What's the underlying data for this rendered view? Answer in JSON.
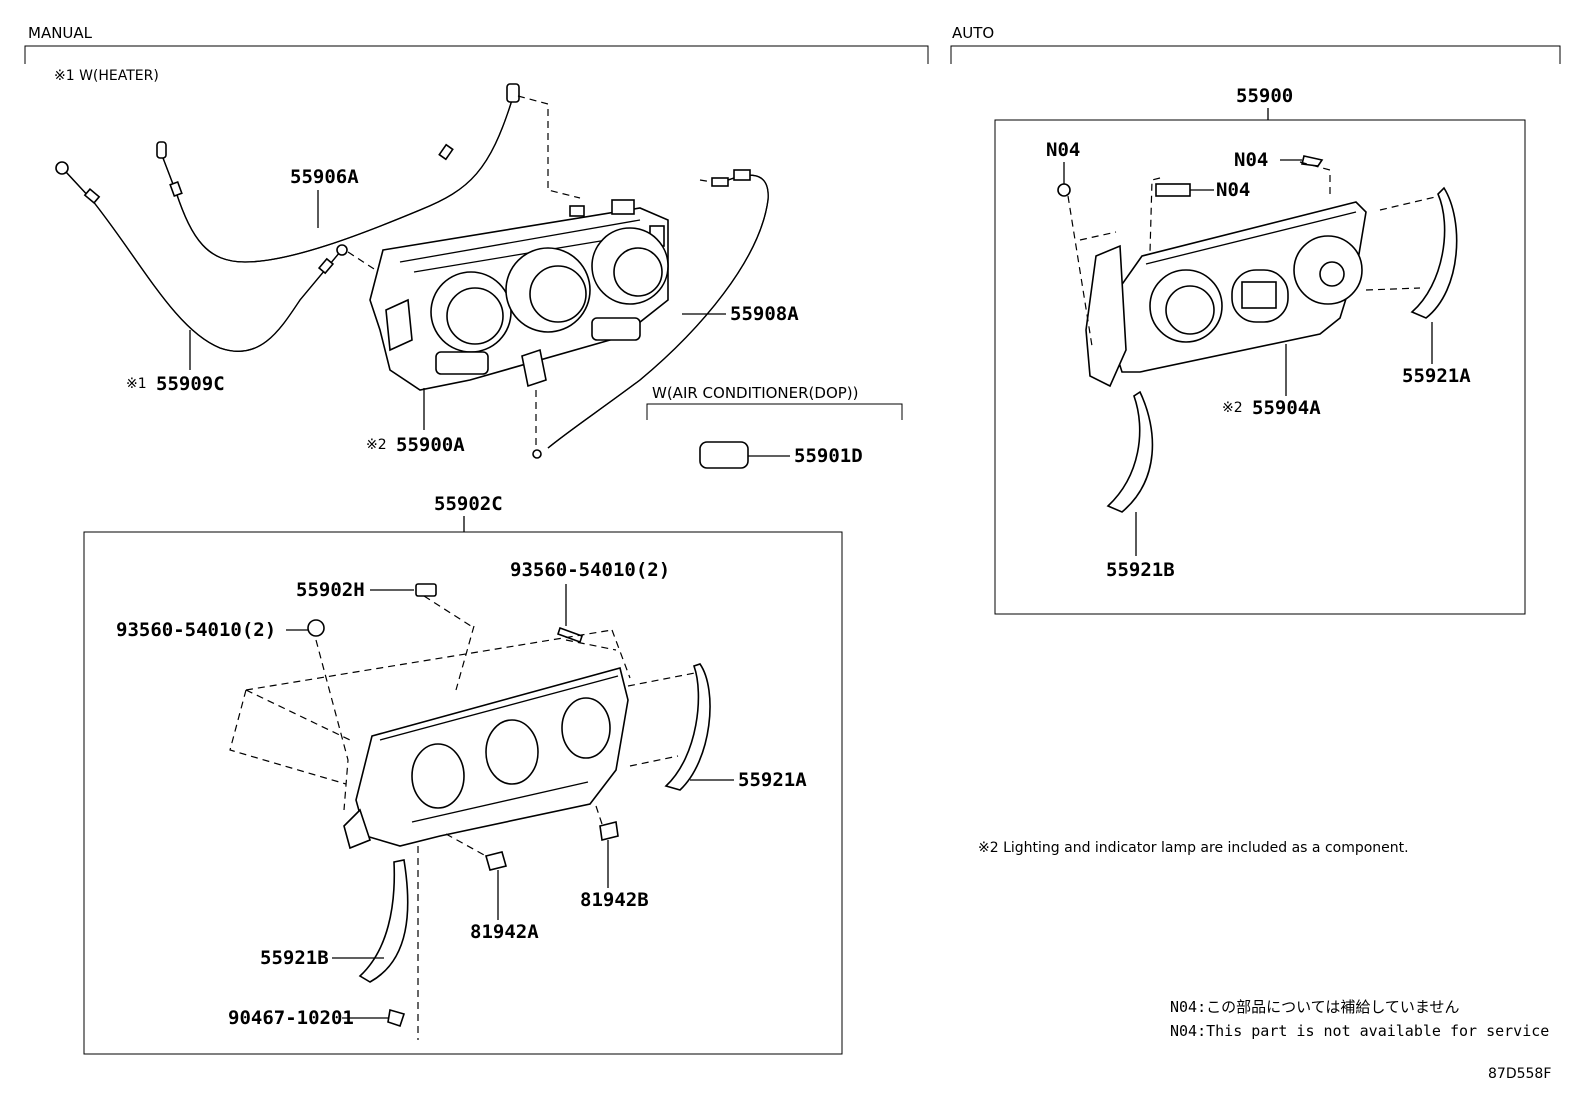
{
  "sections": {
    "manual": "MANUAL",
    "auto": "AUTO"
  },
  "notes": {
    "heater_note": "※1 W(HEATER)",
    "ac_option": "W(AIR CONDITIONER(DOP))",
    "lighting_note": "※2 Lighting and indicator lamp are included as a component.",
    "n04_jp": "N04:この部品については補給していません",
    "n04_en": "N04:This part is not available for service",
    "figure_id": "87D558F"
  },
  "labels": {
    "p55906A": "55906A",
    "p55909C": "55909C",
    "p55909C_mark": "※1",
    "p55900A": "55900A",
    "p55900A_mark": "※2",
    "p55908A": "55908A",
    "p55901D": "55901D",
    "p55902C": "55902C",
    "p55902H": "55902H",
    "p93560_left": "93560-54010(2)",
    "p93560_right": "93560-54010(2)",
    "p55921A_manual": "55921A",
    "p81942A": "81942A",
    "p81942B": "81942B",
    "p55921B_manual": "55921B",
    "p90467": "90467-10201",
    "p55900": "55900",
    "pN04_a": "N04",
    "pN04_b": "N04",
    "pN04_c": "N04",
    "p55904A": "55904A",
    "p55904A_mark": "※2",
    "p55921A_auto": "55921A",
    "p55921B_auto": "55921B"
  }
}
